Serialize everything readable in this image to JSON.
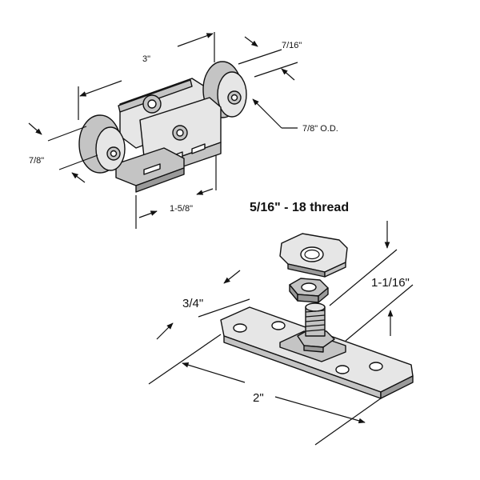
{
  "roller_assembly": {
    "dim_length": "3\"",
    "dim_wheel_width": "7/16\"",
    "dim_wheel_od": "7/8\" O.D.",
    "dim_height": "7/8\"",
    "dim_base": "1-5/8\""
  },
  "mounting_plate": {
    "dim_thread": "5/16\" - 18 thread",
    "dim_stud_height": "1-1/16\"",
    "dim_width": "3/4\"",
    "dim_length": "2\""
  },
  "colors": {
    "line": "#111111",
    "fill_light": "#e6e6e6",
    "fill_mid": "#c4c4c4",
    "fill_dark": "#9a9a9a"
  }
}
